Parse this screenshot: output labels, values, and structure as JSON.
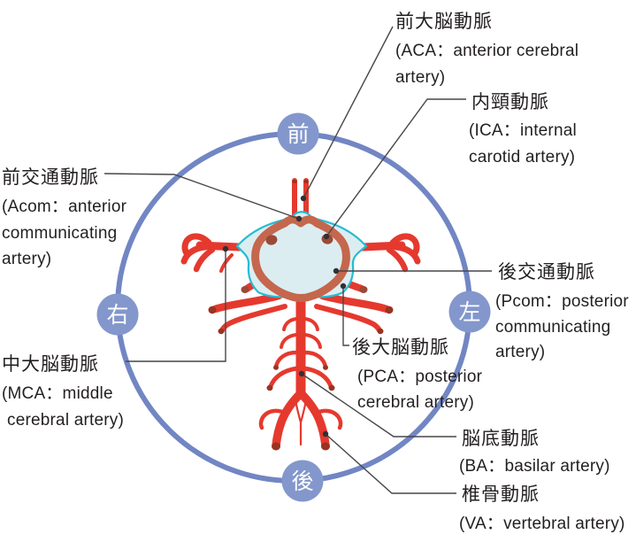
{
  "orientation": {
    "front": "前",
    "right": "右",
    "left": "左",
    "back": "後"
  },
  "labels": {
    "aca": {
      "jp": "前大脳動脈",
      "en": [
        "(ACA：anterior cerebral",
        "artery)"
      ]
    },
    "ica": {
      "jp": "内頸動脈",
      "en": [
        "(ICA：internal",
        "carotid artery)"
      ]
    },
    "acom": {
      "jp": "前交通動脈",
      "en": [
        "(Acom：anterior",
        "communicating",
        "artery)"
      ]
    },
    "mca": {
      "jp": "中大脳動脈",
      "en": [
        "(MCA：middle",
        "cerebral artery)"
      ]
    },
    "pcom": {
      "jp": "後交通動脈",
      "en": [
        "(Pcom：posterior",
        "communicating",
        "artery)"
      ]
    },
    "pca": {
      "jp": "後大脳動脈",
      "en": [
        "(PCA：posterior",
        "cerebral artery)"
      ]
    },
    "ba": {
      "jp": "脳底動脈",
      "en": [
        "(BA：basilar artery)"
      ]
    },
    "va": {
      "jp": "椎骨動脈",
      "en": [
        "(VA：vertebral artery)"
      ]
    }
  },
  "colors": {
    "circle_blue": "#7186c3",
    "badge_blue": "#8397cc",
    "artery_red": "#e5392e",
    "ring_terracotta": "#c4674d",
    "stump_dark": "#9a4a36",
    "cap_dark": "#993322",
    "outline_cyan": "#27bcd2",
    "fill_lightblue": "#dcedf2",
    "leader": "#47474a",
    "text": "#231f20"
  }
}
